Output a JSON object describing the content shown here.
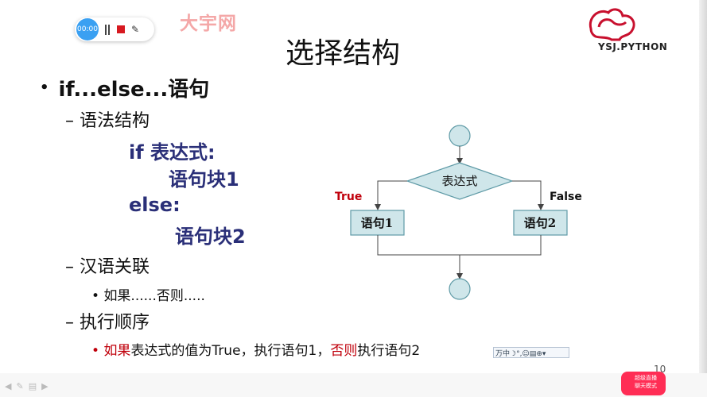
{
  "recorder": {
    "time": "00:00"
  },
  "watermark": "大宇网",
  "logo": {
    "text": "YSJ.PYTHON"
  },
  "slide": {
    "title": "选择结构",
    "bullet": "if...else...语句",
    "syntax_heading": "– 语法结构",
    "code": {
      "line1": "if 表达式:",
      "line2": "语句块1",
      "line3": "else:",
      "line4": "语句块2"
    },
    "chinese_heading": "– 汉语关联",
    "chinese_item": "如果......否则.....",
    "order_heading": "– 执行顺序",
    "order_item": {
      "part1": "如果",
      "part2": "表达式的值为True，执行语句1，",
      "part3": "否则",
      "part4": "执行语句2"
    },
    "page_number": "10"
  },
  "flowchart": {
    "condition": "表达式",
    "true_label": "True",
    "false_label": "False",
    "stmt1": "语句1",
    "stmt2": "语句2"
  },
  "ime_toolbar": "万中☽°,☺▤⊕▾",
  "live_badge": {
    "line1": "超级直播",
    "line2": "聊天模式"
  },
  "colors": {
    "accent_red": "#c0000b",
    "code_blue": "#2a2f78",
    "flow_fill": "#cfe6ea",
    "flow_stroke": "#5e9aa6"
  }
}
